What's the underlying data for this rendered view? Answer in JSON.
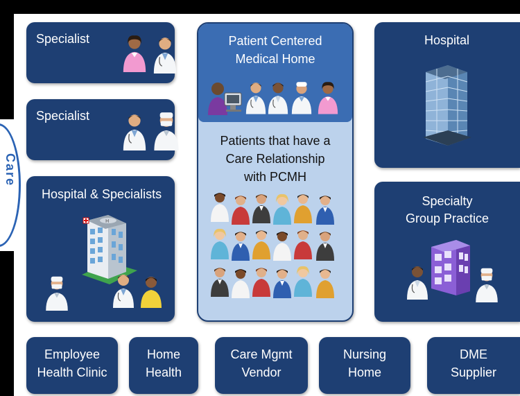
{
  "boxes": {
    "specialist1": {
      "title": "Specialist"
    },
    "specialist2": {
      "title": "Specialist"
    },
    "hospital_specialists": {
      "title": "Hospital & Specialists"
    },
    "pcmh": {
      "title_line1": "Patient Centered",
      "title_line2": "Medical Home"
    },
    "patients": {
      "line1": "Patients that have a",
      "line2": "Care Relationship",
      "line3": "with PCMH"
    },
    "hospital": {
      "title": "Hospital"
    },
    "specialty_group": {
      "title_line1": "Specialty",
      "title_line2": "Group Practice"
    },
    "employee_clinic": {
      "line1": "Employee",
      "line2": "Health Clinic"
    },
    "home_health": {
      "line1": "Home",
      "line2": "Health"
    },
    "care_mgmt": {
      "line1": "Care Mgmt",
      "line2": "Vendor"
    },
    "nursing_home": {
      "line1": "Nursing",
      "line2": "Home"
    },
    "dme_supplier": {
      "line1": "DME",
      "line2": "Supplier"
    }
  },
  "logo_fragment_text": "Care",
  "colors": {
    "box_fill": "#1e3f73",
    "pcmh_head_fill": "#3b6db3",
    "center_fill": "#bcd2ec",
    "text_light": "#ffffff",
    "text_dark": "#111111",
    "logo_blue": "#2b63b4"
  },
  "icons": {
    "doctor": "doctor-icon",
    "nurse": "nurse-icon",
    "patient": "patient-icon",
    "hospital_building": "hospital-building-icon",
    "office_building": "office-building-icon",
    "receptionist": "receptionist-icon"
  }
}
